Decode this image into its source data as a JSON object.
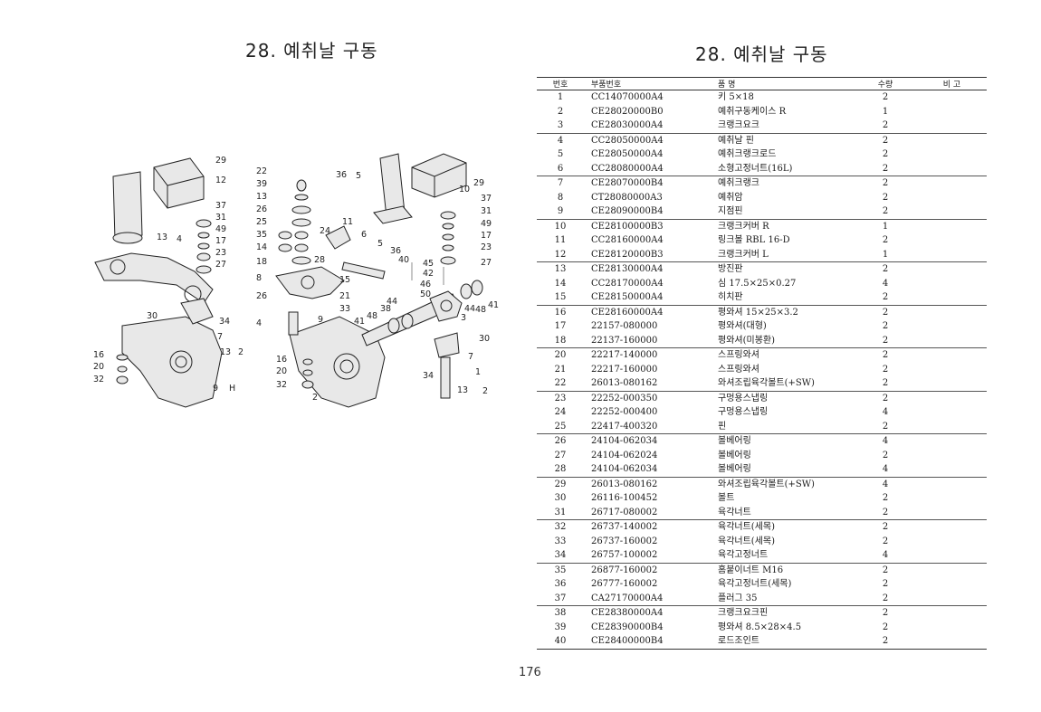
{
  "left_title": "28. 예취날 구동",
  "right_title": "28. 예취날 구동",
  "page_number": "176",
  "table": {
    "headers": [
      "번호",
      "부품번호",
      "품 명",
      "수량",
      "비 고"
    ],
    "rows": [
      {
        "no": "1",
        "part": "CC14070000A4",
        "name": "키 5×18",
        "qty": "2",
        "remark": ""
      },
      {
        "no": "2",
        "part": "CE28020000B0",
        "name": "예취구동케이스 R",
        "qty": "1",
        "remark": ""
      },
      {
        "no": "3",
        "part": "CE28030000A4",
        "name": "크랭크요크",
        "qty": "2",
        "remark": ""
      },
      {
        "no": "4",
        "part": "CC28050000A4",
        "name": "예취날 핀",
        "qty": "2",
        "remark": ""
      },
      {
        "no": "5",
        "part": "CE28050000A4",
        "name": "예취크랭크로드",
        "qty": "2",
        "remark": ""
      },
      {
        "no": "6",
        "part": "CC28080000A4",
        "name": "소형고정너트(16L)",
        "qty": "2",
        "remark": ""
      },
      {
        "no": "7",
        "part": "CE28070000B4",
        "name": "예취크랭크",
        "qty": "2",
        "remark": ""
      },
      {
        "no": "8",
        "part": "CT28080000A3",
        "name": "예취암",
        "qty": "2",
        "remark": ""
      },
      {
        "no": "9",
        "part": "CE28090000B4",
        "name": "지점핀",
        "qty": "2",
        "remark": ""
      },
      {
        "no": "10",
        "part": "CE28100000B3",
        "name": "크랭크커버 R",
        "qty": "1",
        "remark": ""
      },
      {
        "no": "11",
        "part": "CC28160000A4",
        "name": "링크볼 RBL 16-D",
        "qty": "2",
        "remark": ""
      },
      {
        "no": "12",
        "part": "CE28120000B3",
        "name": "크랭크커버 L",
        "qty": "1",
        "remark": ""
      },
      {
        "no": "13",
        "part": "CE28130000A4",
        "name": "방진판",
        "qty": "2",
        "remark": ""
      },
      {
        "no": "14",
        "part": "CC28170000A4",
        "name": "심 17.5×25×0.27",
        "qty": "4",
        "remark": ""
      },
      {
        "no": "15",
        "part": "CE28150000A4",
        "name": "히치판",
        "qty": "2",
        "remark": ""
      },
      {
        "no": "16",
        "part": "CE28160000A4",
        "name": "평와셔 15×25×3.2",
        "qty": "2",
        "remark": ""
      },
      {
        "no": "17",
        "part": "22157-080000",
        "name": "평와셔(대형)",
        "qty": "2",
        "remark": ""
      },
      {
        "no": "18",
        "part": "22137-160000",
        "name": "평와셔(미봉환)",
        "qty": "2",
        "remark": ""
      },
      {
        "no": "20",
        "part": "22217-140000",
        "name": "스프링와셔",
        "qty": "2",
        "remark": ""
      },
      {
        "no": "21",
        "part": "22217-160000",
        "name": "스프링와셔",
        "qty": "2",
        "remark": ""
      },
      {
        "no": "22",
        "part": "26013-080162",
        "name": "와셔조립육각볼트(+SW)",
        "qty": "2",
        "remark": ""
      },
      {
        "no": "23",
        "part": "22252-000350",
        "name": "구멍용스냅링",
        "qty": "2",
        "remark": ""
      },
      {
        "no": "24",
        "part": "22252-000400",
        "name": "구멍용스냅링",
        "qty": "4",
        "remark": ""
      },
      {
        "no": "25",
        "part": "22417-400320",
        "name": "핀",
        "qty": "2",
        "remark": ""
      },
      {
        "no": "26",
        "part": "24104-062034",
        "name": "볼베어링",
        "qty": "4",
        "remark": ""
      },
      {
        "no": "27",
        "part": "24104-062024",
        "name": "볼베어링",
        "qty": "2",
        "remark": ""
      },
      {
        "no": "28",
        "part": "24104-062034",
        "name": "볼베어링",
        "qty": "4",
        "remark": ""
      },
      {
        "no": "29",
        "part": "26013-080162",
        "name": "와셔조립육각볼트(+SW)",
        "qty": "4",
        "remark": ""
      },
      {
        "no": "30",
        "part": "26116-100452",
        "name": "볼트",
        "qty": "2",
        "remark": ""
      },
      {
        "no": "31",
        "part": "26717-080002",
        "name": "육각너트",
        "qty": "2",
        "remark": ""
      },
      {
        "no": "32",
        "part": "26737-140002",
        "name": "육각너트(세목)",
        "qty": "2",
        "remark": ""
      },
      {
        "no": "33",
        "part": "26737-160002",
        "name": "육각너트(세목)",
        "qty": "2",
        "remark": ""
      },
      {
        "no": "34",
        "part": "26757-100002",
        "name": "육각고정너트",
        "qty": "4",
        "remark": ""
      },
      {
        "no": "35",
        "part": "26877-160002",
        "name": "홈붙이너트 M16",
        "qty": "2",
        "remark": ""
      },
      {
        "no": "36",
        "part": "26777-160002",
        "name": "육각고정너트(세목)",
        "qty": "2",
        "remark": ""
      },
      {
        "no": "37",
        "part": "CA27170000A4",
        "name": "플러그 35",
        "qty": "2",
        "remark": ""
      },
      {
        "no": "38",
        "part": "CE28380000A4",
        "name": "크랭크요크핀",
        "qty": "2",
        "remark": ""
      },
      {
        "no": "39",
        "part": "CE28390000B4",
        "name": "평와셔 8.5×28×4.5",
        "qty": "2",
        "remark": ""
      },
      {
        "no": "40",
        "part": "CE28400000B4",
        "name": "로드조인트",
        "qty": "2",
        "remark": ""
      }
    ]
  },
  "callouts": [
    {
      "label": "29"
    },
    {
      "label": "12"
    },
    {
      "label": "37"
    },
    {
      "label": "31"
    },
    {
      "label": "49"
    },
    {
      "label": "17"
    },
    {
      "label": "23"
    },
    {
      "label": "27"
    },
    {
      "label": "13"
    },
    {
      "label": "4"
    },
    {
      "label": "30"
    },
    {
      "label": "34"
    },
    {
      "label": "7"
    },
    {
      "label": "13"
    },
    {
      "label": "2"
    },
    {
      "label": "16"
    },
    {
      "label": "20"
    },
    {
      "label": "32"
    },
    {
      "label": "9"
    },
    {
      "label": "H"
    },
    {
      "label": "22"
    },
    {
      "label": "39"
    },
    {
      "label": "13"
    },
    {
      "label": "26"
    },
    {
      "label": "25"
    },
    {
      "label": "35"
    },
    {
      "label": "14"
    },
    {
      "label": "18"
    },
    {
      "label": "8"
    },
    {
      "label": "26"
    },
    {
      "label": "24"
    },
    {
      "label": "11"
    },
    {
      "label": "28"
    },
    {
      "label": "15"
    },
    {
      "label": "21"
    },
    {
      "label": "33"
    },
    {
      "label": "9"
    },
    {
      "label": "4"
    },
    {
      "label": "36"
    },
    {
      "label": "5"
    },
    {
      "label": "6"
    },
    {
      "label": "5"
    },
    {
      "label": "36"
    },
    {
      "label": "40"
    },
    {
      "label": "45"
    },
    {
      "label": "42"
    },
    {
      "label": "46"
    },
    {
      "label": "50"
    },
    {
      "label": "10"
    },
    {
      "label": "29"
    },
    {
      "label": "37"
    },
    {
      "label": "31"
    },
    {
      "label": "49"
    },
    {
      "label": "17"
    },
    {
      "label": "23"
    },
    {
      "label": "27"
    },
    {
      "label": "41"
    },
    {
      "label": "48"
    },
    {
      "label": "44"
    },
    {
      "label": "3"
    },
    {
      "label": "38"
    },
    {
      "label": "44"
    },
    {
      "label": "48"
    },
    {
      "label": "41"
    },
    {
      "label": "30"
    },
    {
      "label": "7"
    },
    {
      "label": "1"
    },
    {
      "label": "34"
    },
    {
      "label": "13"
    },
    {
      "label": "2"
    },
    {
      "label": "16"
    },
    {
      "label": "20"
    },
    {
      "label": "32"
    },
    {
      "label": "2"
    }
  ]
}
